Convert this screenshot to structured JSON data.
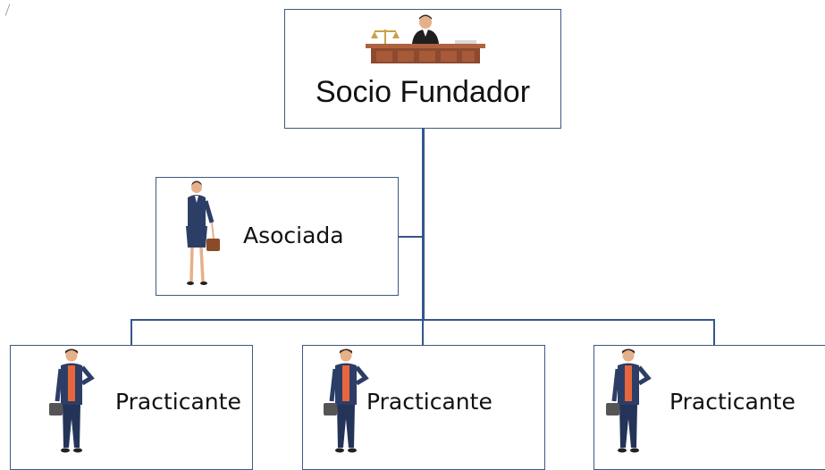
{
  "diagram": {
    "root": {
      "label": "Socio Fundador",
      "icon": "judge-at-desk-icon"
    },
    "associate": {
      "label": "Asociada",
      "icon": "businesswoman-icon"
    },
    "interns": [
      {
        "label": "Practicante",
        "icon": "businessman-icon"
      },
      {
        "label": "Practicante",
        "icon": "businessman-icon"
      },
      {
        "label": "Practicante",
        "icon": "businessman-icon"
      }
    ],
    "colors": {
      "connector": "#34568b",
      "box_border": "#3d5a80",
      "suit": "#2c3e66",
      "shirt": "#e8663d"
    }
  }
}
